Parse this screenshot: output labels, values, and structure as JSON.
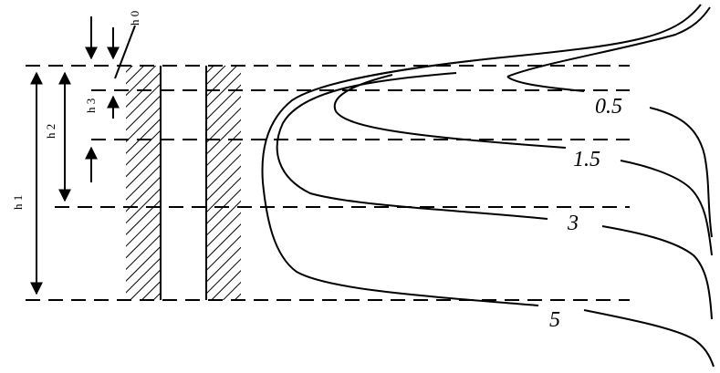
{
  "labels": {
    "h0": "h 0",
    "h1": "h 1",
    "h2": "h 2",
    "h3": "h 3",
    "curve_1": "0.5",
    "curve_2": "1.5",
    "curve_3": "3",
    "curve_4": "5"
  }
}
